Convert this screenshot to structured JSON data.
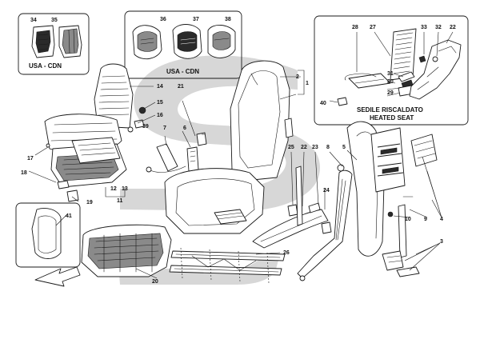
{
  "colors": {
    "line": "#1a1a1a",
    "watermark": "#c9c9c9",
    "background": "#ffffff"
  },
  "captions": {
    "usa_cdn_left": "USA - CDN",
    "usa_cdn_top": "USA - CDN",
    "heated_it": "SEDILE RISCALDATO",
    "heated_en": "HEATED SEAT"
  },
  "icons": [
    "direction-arrow-icon"
  ],
  "parts": {
    "p1": "1",
    "p2": "2",
    "p3": "3",
    "p4": "4",
    "p5": "5",
    "p6": "6",
    "p7": "7",
    "p8": "8",
    "p9": "9",
    "p10": "10",
    "p11": "11",
    "p12": "12",
    "p13": "13",
    "p14": "14",
    "p15": "15",
    "p16": "16",
    "p17": "17",
    "p18": "18",
    "p19": "19",
    "p20": "20",
    "p21": "21",
    "p22": "22",
    "p22b": "22",
    "p23": "23",
    "p24": "24",
    "p25": "25",
    "p26": "26",
    "p27": "27",
    "p28": "28",
    "p29": "29",
    "p30": "30",
    "p31": "31",
    "p32": "32",
    "p33": "33",
    "p34": "34",
    "p35": "35",
    "p36": "36",
    "p37": "37",
    "p38": "38",
    "p39": "39",
    "p40": "40",
    "p41": "41"
  }
}
